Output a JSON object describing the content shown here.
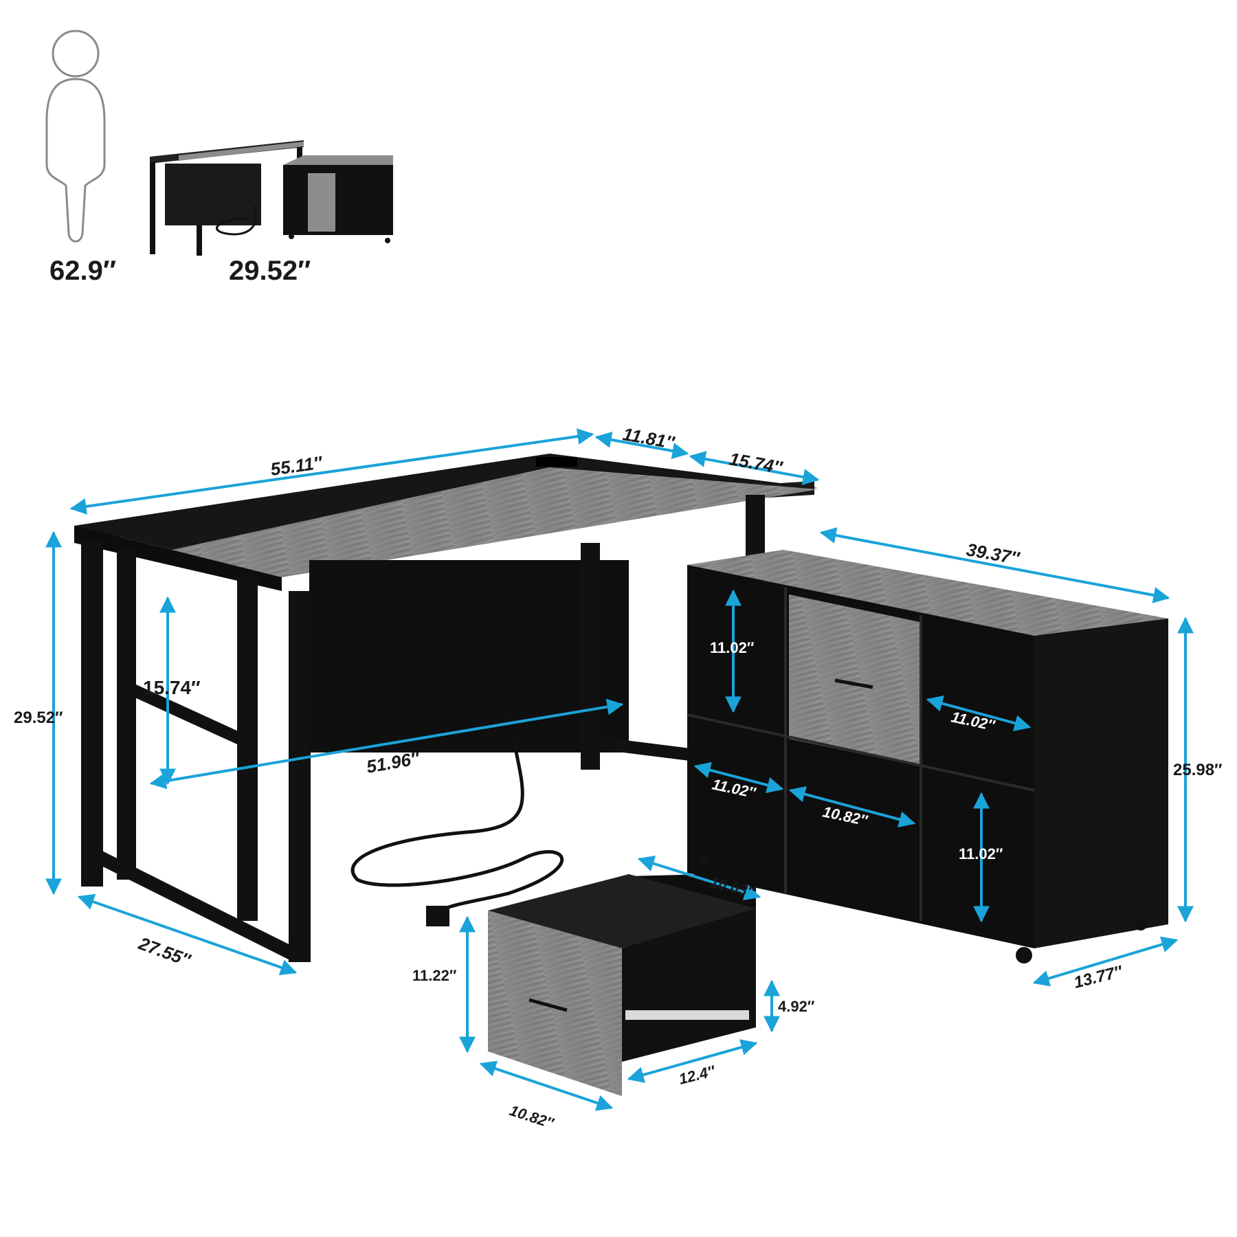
{
  "scale_reference": {
    "person_height": "62.9″",
    "desk_height": "29.52″"
  },
  "desk": {
    "total_width": "55.11″",
    "height": "29.52″",
    "depth": "27.55″",
    "inner_width": "51.96″",
    "modesty_panel_height": "15.74″",
    "extension_gap": "11.81″",
    "extension_depth": "15.74″"
  },
  "cabinet": {
    "width": "39.37″",
    "height": "25.98″",
    "depth": "13.77″",
    "cube_height_left_top": "11.02″",
    "cube_width_left_bottom": "11.02″",
    "cube_width_right_top": "11.02″",
    "cube_height_right_bottom": "11.02″",
    "middle_bay_width": "10.82″"
  },
  "drawer": {
    "depth": "10.03″",
    "height": "11.22″",
    "slide_height": "4.92″",
    "width": "10.82″",
    "inner_depth": "12.4″"
  },
  "colors": {
    "dimension_line": "#1aa3d9",
    "frame_black": "#111111",
    "wood_grey": "#8a8a8a"
  }
}
